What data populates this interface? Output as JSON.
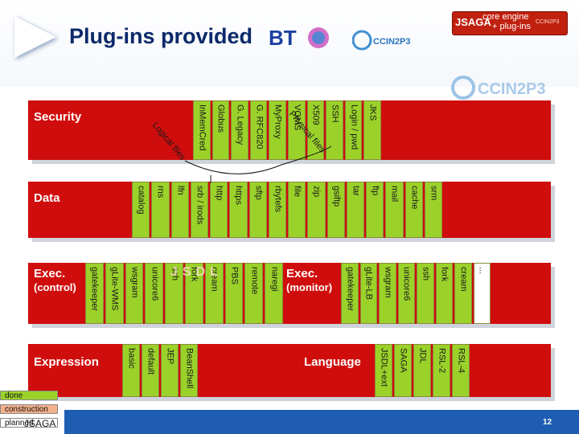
{
  "header": {
    "title": "Plug-ins provided",
    "badge_name": "JSAGA",
    "badge_core": "core engine",
    "badge_plugins": "+ plug-ins",
    "badge_mini": "CCIN2P3",
    "logo_left": "BT",
    "logo_mid": "CCIN2P3",
    "logo_right": "CCIN2P3"
  },
  "colors": {
    "band": "#d00d0d",
    "done": "#9bd22a",
    "construction": "#f3b08d",
    "planned": "#ffffff",
    "title": "#0c2a6a",
    "footer": "#1e5db2"
  },
  "sections": {
    "security": {
      "label": "Security",
      "logical_files": "Logical files",
      "physical_files": "Physical files",
      "items": [
        "InMemCred",
        "Globus",
        "G. Legacy",
        "G. RFC820",
        "MyProxy",
        "VOMS",
        "X509",
        "SSH",
        "Login / pwd",
        "JKS"
      ],
      "status": [
        "done",
        "done",
        "done",
        "done",
        "done",
        "done",
        "done",
        "done",
        "done",
        "done"
      ]
    },
    "data": {
      "label": "Data",
      "items": [
        "catalog",
        "rns",
        "lfn",
        "srb / irods",
        "http",
        "https",
        "sftp",
        "rbytefs",
        "file",
        "zip",
        "gsiftp",
        "tar",
        "ftp",
        "mail",
        "cache",
        "srm"
      ],
      "status": [
        "done",
        "done",
        "done",
        "done",
        "done",
        "done",
        "done",
        "done",
        "done",
        "done",
        "done",
        "done",
        "done",
        "done",
        "done",
        "done"
      ]
    },
    "exec_control": {
      "label": "Exec.",
      "sub": "(control)",
      "items": [
        "gatekeeper",
        "gLite-WMS",
        "wsgram",
        "unicore6",
        "ssh",
        "fork",
        "cream",
        "PBS",
        "remote",
        "naregi"
      ],
      "status": [
        "done",
        "done",
        "done",
        "done",
        "done",
        "done",
        "done",
        "done",
        "done",
        "done"
      ],
      "overlay": "JSDL"
    },
    "exec_monitor": {
      "label": "Exec.",
      "sub": "(monitor)",
      "items": [
        "gatekeeper",
        "gLite-LB",
        "wsgram",
        "unicore6",
        "ssh",
        "fork",
        "cream",
        "..."
      ],
      "status": [
        "done",
        "done",
        "done",
        "done",
        "done",
        "done",
        "done",
        "planned"
      ]
    },
    "expression": {
      "label": "Expression",
      "items": [
        "basic",
        "default",
        "JEP",
        "BeanShell"
      ],
      "status": [
        "done",
        "done",
        "done",
        "done"
      ]
    },
    "language": {
      "label": "Language",
      "items": [
        "JSDL+ext",
        "SAGA",
        "JDL",
        "RSL-2",
        "RSL-4"
      ],
      "status": [
        "done",
        "done",
        "done",
        "done",
        "done"
      ]
    }
  },
  "legend": {
    "done": "done",
    "construction": "construction",
    "planned": "planned"
  },
  "footer": {
    "jsaga": "JSAGA",
    "page": "12"
  }
}
